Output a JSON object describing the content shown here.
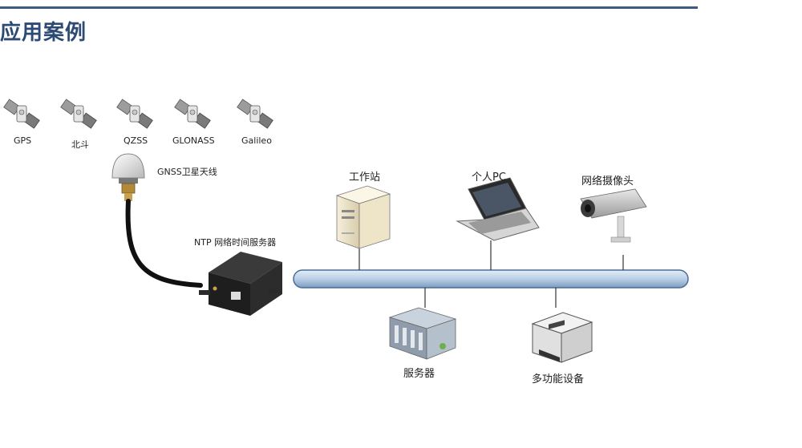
{
  "page": {
    "title": "应用案例"
  },
  "satellites": [
    {
      "label": "GPS"
    },
    {
      "label": "北斗"
    },
    {
      "label": "QZSS"
    },
    {
      "label": "GLONASS"
    },
    {
      "label": "Galileo"
    }
  ],
  "antenna": {
    "label": "GNSS卫星天线"
  },
  "ntp_server": {
    "label": "NTP 网络时间服务器"
  },
  "devices_top": [
    {
      "label": "工作站"
    },
    {
      "label": "个人PC"
    },
    {
      "label": "网络摄像头"
    }
  ],
  "devices_bottom": [
    {
      "label": "服务器"
    },
    {
      "label": "多功能设备"
    }
  ],
  "colors": {
    "title": "#2c4a73",
    "rule": "#3d5a80",
    "network_bus": "#b9cfe6"
  }
}
